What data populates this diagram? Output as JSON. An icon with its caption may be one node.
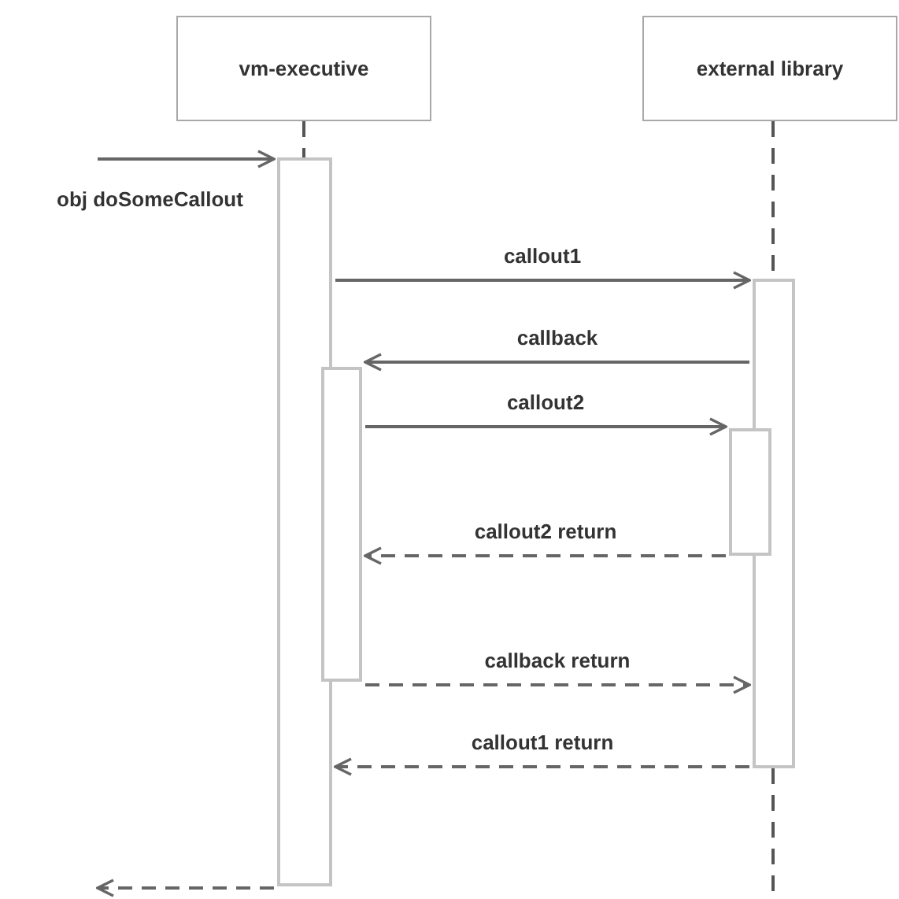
{
  "diagram": {
    "nodes": [
      {
        "text": [
          "vm-executive"
        ]
      },
      {
        "text": [
          "external library"
        ]
      },
      {
        "text": [],
        "shape": "bar"
      },
      {
        "text": [],
        "shape": "bar"
      },
      {
        "text": [],
        "shape": "bar"
      },
      {
        "text": [],
        "shape": "bar"
      }
    ],
    "edges": [
      {
        "from": null,
        "to": 2,
        "arrow": "to",
        "label": "obj doSomeCallout"
      },
      {
        "from": 2,
        "to": 4,
        "arrow": "to",
        "label": "callout1"
      },
      {
        "from": 4,
        "to": 3,
        "arrow": "to",
        "label": "callback"
      },
      {
        "from": 3,
        "to": 5,
        "arrow": "to",
        "label": "callout2"
      },
      {
        "from": 5,
        "to": 3,
        "arrow": "to",
        "label": "callout2 return",
        "style": "dashed"
      },
      {
        "from": 3,
        "to": 4,
        "arrow": "to",
        "label": "callback return",
        "style": "dashed"
      },
      {
        "from": 4,
        "to": 2,
        "arrow": "to",
        "label": "callout1 return",
        "style": "dashed"
      },
      {
        "from": 2,
        "to": null,
        "arrow": "to",
        "style": "dashed"
      },
      {
        "from": 0,
        "to": 2,
        "arrow": "none",
        "style": "dashed"
      },
      {
        "from": 1,
        "to": 4,
        "arrow": "none",
        "style": "dashed"
      },
      {
        "from": 4,
        "to": null,
        "arrow": "none",
        "style": "dashed"
      }
    ]
  }
}
